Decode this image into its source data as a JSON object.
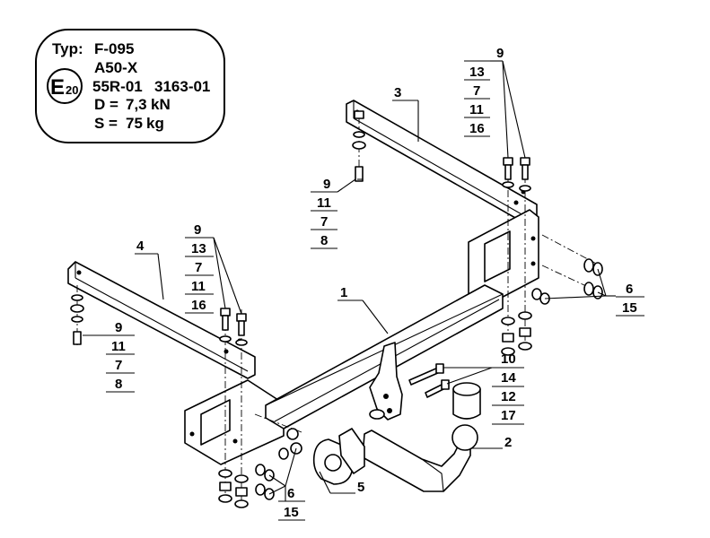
{
  "plate": {
    "typ_label": "Typ:",
    "typ_value": "F-095",
    "class": "A50-X",
    "approval_prefix": "E",
    "approval_country": "20",
    "regulation": "55R-01",
    "approval_number": "3163-01",
    "d_value_label": "D =",
    "d_value": "7,3",
    "d_unit": "kN",
    "s_value_label": "S =",
    "s_value": "75",
    "s_unit": "kg"
  },
  "part_labels": {
    "crossbar": "1",
    "towball": "2",
    "bracket_right": "3",
    "bracket_left": "4",
    "socket_plate": "5"
  },
  "callouts": {
    "bolt_set_top_right": [
      "9",
      "13",
      "7",
      "11",
      "16"
    ],
    "bolt_set_upper_middle": [
      "9",
      "11",
      "7",
      "8"
    ],
    "bolt_set_left": [
      "9",
      "13",
      "7",
      "11",
      "16"
    ],
    "bolt_set_far_left": [
      "9",
      "11",
      "7",
      "8"
    ],
    "washers_right": [
      "6",
      "15"
    ],
    "washers_bottom_left": [
      "6",
      "15"
    ],
    "ball_bolts": [
      "10",
      "14",
      "12",
      "17"
    ]
  }
}
